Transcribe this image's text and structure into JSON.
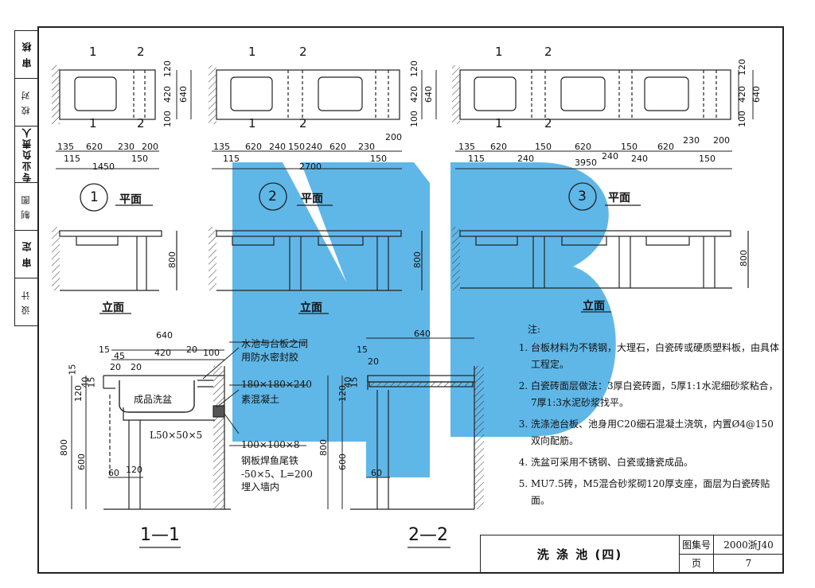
{
  "sidebar": [
    "审 核",
    "校 对",
    "专业负责人",
    "制 图",
    "审 定",
    "设 计"
  ],
  "plans": [
    {
      "num": "1",
      "label": "平面",
      "section_marks": [
        "1",
        "2"
      ],
      "dims_top": [
        "135",
        "620",
        "230",
        "200"
      ],
      "dims_bottom": [
        "115",
        "150"
      ],
      "total": "1450",
      "side_dims": [
        "120",
        "420",
        "640",
        "100"
      ]
    },
    {
      "num": "2",
      "label": "平面",
      "section_marks": [
        "1",
        "2"
      ],
      "dims_top": [
        "135",
        "620",
        "240",
        "150",
        "240",
        "620",
        "230",
        "200"
      ],
      "dims_bottom": [
        "115",
        "150"
      ],
      "total": "2700",
      "side_dims": [
        "120",
        "420",
        "640",
        "100"
      ]
    },
    {
      "num": "3",
      "label": "平面",
      "section_marks": [
        "1",
        "2"
      ],
      "dims_top": [
        "135",
        "620",
        "150",
        "620",
        "150",
        "620",
        "230",
        "200"
      ],
      "dims_bottom": [
        "115",
        "240",
        "240",
        "240",
        "150"
      ],
      "total": "3950",
      "side_dims": [
        "120",
        "420",
        "640",
        "100"
      ]
    }
  ],
  "elevation_label": "立面",
  "elevation_height": "800",
  "section1": {
    "label": "1—1",
    "dims": [
      "640",
      "15",
      "45",
      "420",
      "20",
      "100",
      "20",
      "20",
      "15",
      "120",
      "40",
      "15",
      "800",
      "600",
      "60",
      "120"
    ],
    "basin": "成品洗盆",
    "angle": "L50×50×5",
    "callouts": [
      "水池与台板之间",
      "用防水密封胶",
      "180×180×240",
      "素混凝土",
      "100×100×8",
      "钢板焊鱼尾铁",
      "-50×5、L=200",
      "埋入墙内"
    ]
  },
  "section2": {
    "label": "2—2",
    "dims": [
      "640",
      "15",
      "20",
      "120",
      "40",
      "15",
      "800",
      "600",
      "60"
    ]
  },
  "notes": {
    "title": "注:",
    "items": [
      "台板材料为不锈钢，大理石，白瓷砖或硬质塑料板，由具体工程定。",
      "白瓷砖面层做法：3厚白瓷砖面，5厚1:1水泥细砂浆粘合，7厚1:3水泥砂浆找平。",
      "洗涤池台板、池身用C20细石混凝土浇筑，内置Ø4@150双向配筋。",
      "洗盆可采用不锈钢、白瓷或搪瓷成品。",
      "MU7.5砖，M5混合砂浆砌120厚支座，面层为白瓷砖贴面。"
    ]
  },
  "title_block": {
    "title": "洗 涤 池 (四)",
    "atlas_key": "图集号",
    "atlas_val": "2000浙J40",
    "page_key": "页",
    "page_val": "7"
  },
  "watermark": {
    "text": "ZJB",
    "color": "#2a9fe0"
  }
}
